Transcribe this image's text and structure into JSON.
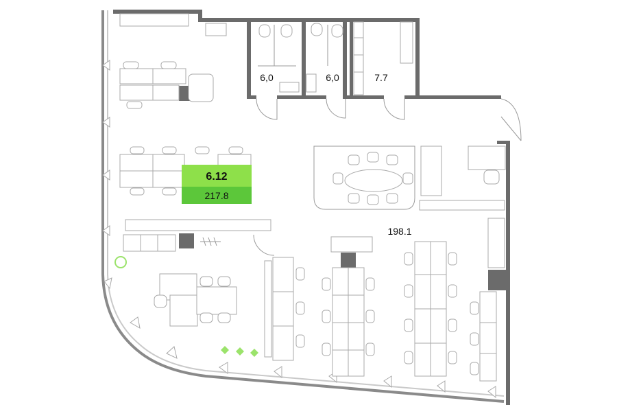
{
  "plan": {
    "unit": {
      "id": "6.12",
      "area": "217.8"
    },
    "rooms": [
      {
        "key": "wc1",
        "label": "6,0"
      },
      {
        "key": "wc2",
        "label": "6,0"
      },
      {
        "key": "storage",
        "label": "7.7"
      },
      {
        "key": "open_office",
        "label": "198.1"
      }
    ],
    "colors": {
      "wall": "#6b6b6b",
      "unit_badge_top": "#8ee04a",
      "unit_badge_bottom": "#5cc73a",
      "plants": "#9be36b"
    }
  }
}
